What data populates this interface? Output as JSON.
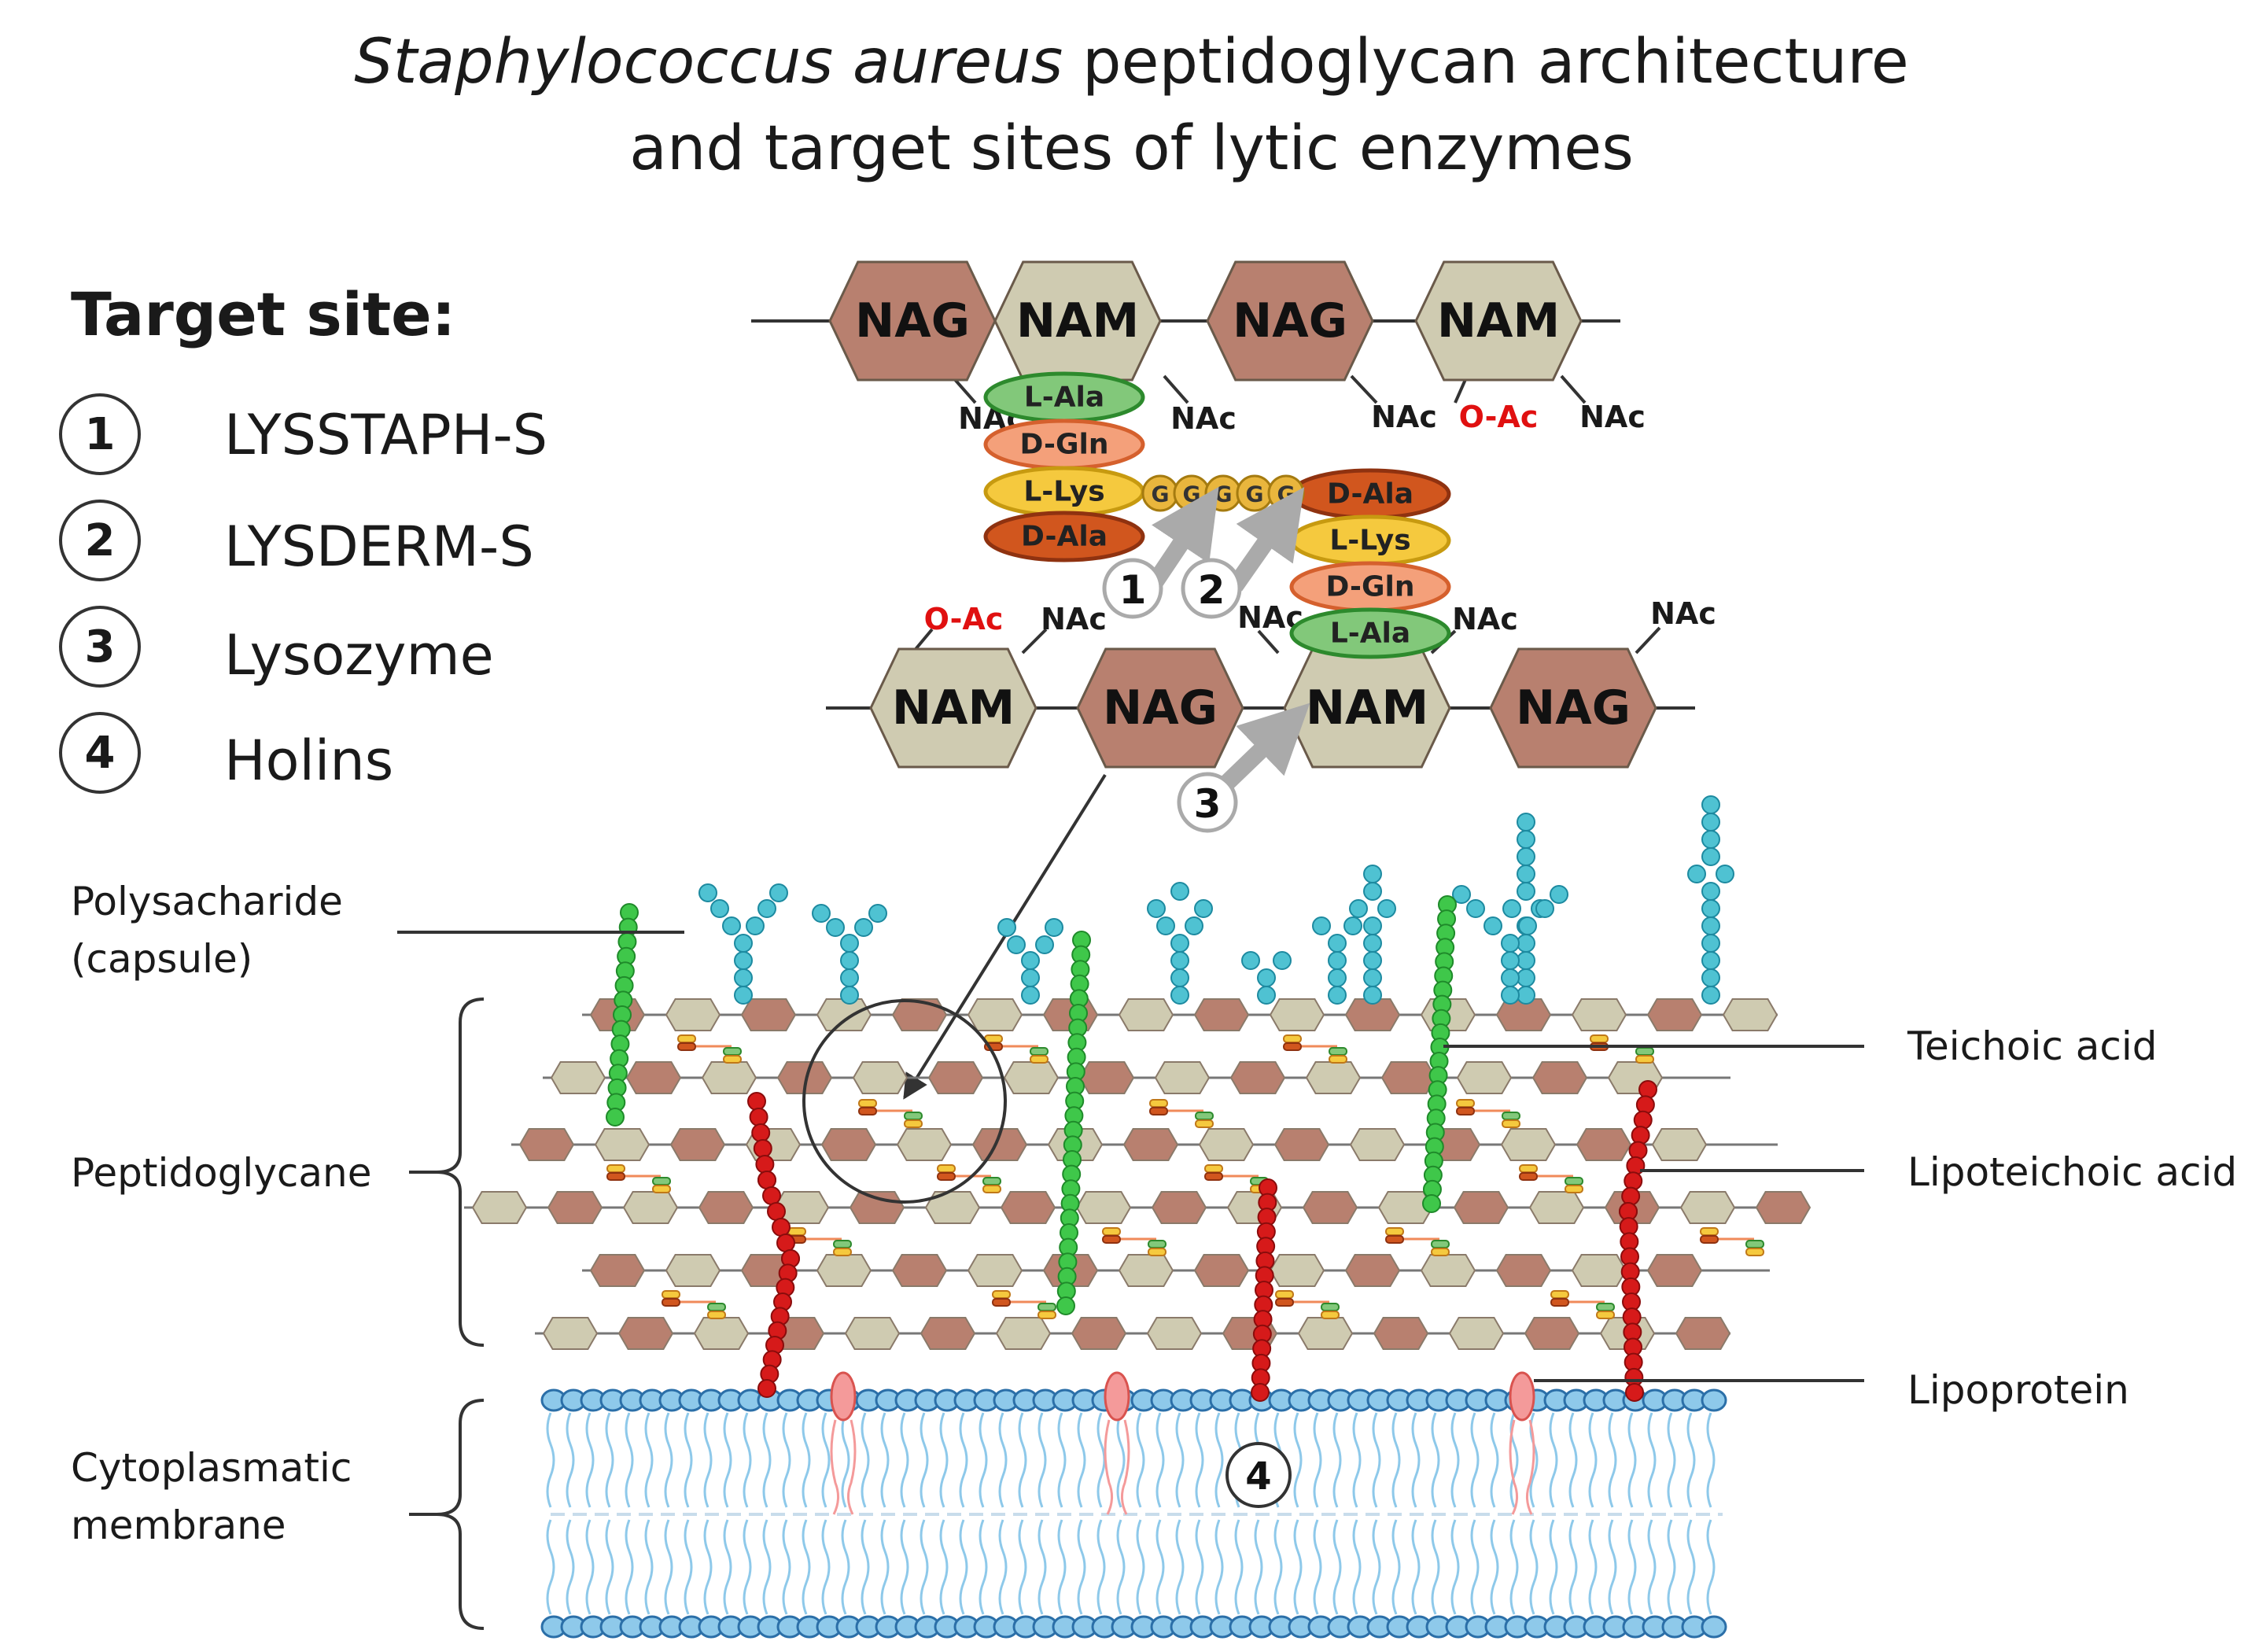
{
  "title": {
    "line1_italic": "Staphylococcus  aureus",
    "line1_rest": " peptidoglycan architecture",
    "line2": "and target sites of lytic enzymes"
  },
  "target_sites": {
    "heading": "Target site:",
    "items": [
      {
        "num": "1",
        "label": "LYSSTAPH-S"
      },
      {
        "num": "2",
        "label": "LYSDERM-S"
      },
      {
        "num": "3",
        "label": "Lysozyme"
      },
      {
        "num": "4",
        "label": "Holins"
      }
    ]
  },
  "structure": {
    "top_chain": [
      "NAG",
      "NAM",
      "NAG",
      "NAM"
    ],
    "bottom_chain": [
      "NAM",
      "NAG",
      "NAM",
      "NAG"
    ],
    "nac": "NAc",
    "oac": "O-Ac",
    "peptide_left": [
      "L-Ala",
      "D-Gln",
      "L-Lys",
      "D-Ala"
    ],
    "peptide_right": [
      "D-Ala",
      "L-Lys",
      "D-Gln",
      "L-Ala"
    ],
    "bridge_glycine": "G",
    "arrow_labels": [
      "1",
      "2",
      "3"
    ]
  },
  "layers": {
    "polysaccharide": "Polysacharide\n(capsule)",
    "peptidoglycane": "Peptidoglycane",
    "membrane": "Cytoplasmatic\nmembrane",
    "teichoic": "Teichoic acid",
    "lipoteichoic": "Lipoteichoic acid",
    "lipoprotein": "Lipoprotein",
    "holin_marker": "4"
  },
  "colors": {
    "nag": "#b8806f",
    "nam": "#cfcbb1",
    "l_ala": "#82c87a",
    "d_gln": "#f4a07a",
    "l_lys": "#f5c93e",
    "d_ala": "#d1561e",
    "glycine": "#e9b63d",
    "oac_text": "#e01010",
    "teichoic": "#3fc74a",
    "lipoteichoic": "#d61a1a",
    "capsule": "#4fc2d2",
    "membrane": "#8ec9ea",
    "lipoprotein": "#f49a9a"
  }
}
